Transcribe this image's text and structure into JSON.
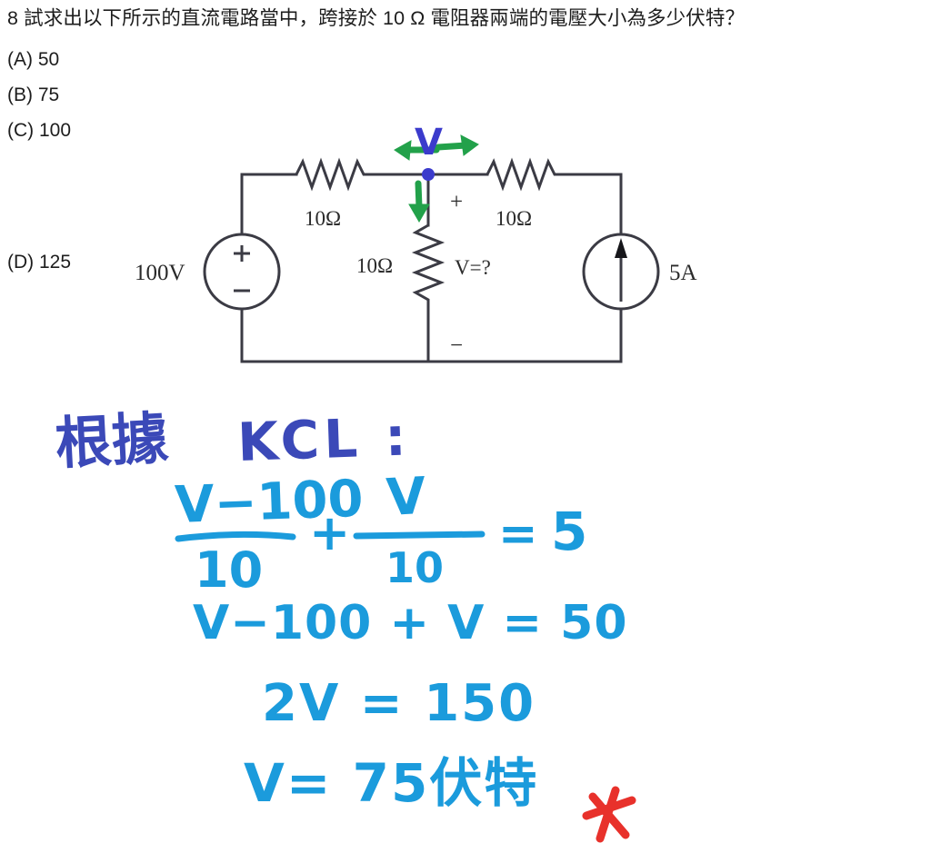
{
  "question": {
    "number": "8",
    "stem": "8 試求出以下所示的直流電路當中，跨接於 10 Ω 電阻器兩端的電壓大小為多少伏特？",
    "options": [
      {
        "key": "(A)",
        "label": "(A) 50",
        "value": "50"
      },
      {
        "key": "(B)",
        "label": "(B) 75",
        "value": "75"
      },
      {
        "key": "(C)",
        "label": "(C) 100",
        "value": "100"
      },
      {
        "key": "(D)",
        "label": "(D) 125",
        "value": "125"
      }
    ]
  },
  "circuit": {
    "voltage_source_label": "100V",
    "current_source_label": "5A",
    "resistor_left_label": "10Ω",
    "resistor_right_label": "10Ω",
    "resistor_middle_label": "10Ω",
    "unknown_label": "V=?",
    "plus_sign": "+",
    "minus_sign": "−",
    "source_plus": "+",
    "source_minus": "−",
    "node_annotation": "V",
    "colors": {
      "wire": "#3b3b44",
      "text": "#2a2a2a",
      "annotation_blue": "#3b3bcc",
      "annotation_green": "#22a14a"
    }
  },
  "handwriting": {
    "heading": "根據 KCL :",
    "line1": {
      "frac1_numerator": "V−100",
      "frac1_denominator": "10",
      "operator": "+",
      "frac2_numerator": "V",
      "frac2_denominator": "10",
      "equals": "=",
      "result": "5"
    },
    "line2": "V−100 + V = 50",
    "line3": "2V = 150",
    "line4": "V= 75伏特",
    "mark": "✳",
    "colors": {
      "heading_blue": "#3b49b8",
      "equation_cyan": "#1b9bdc",
      "mark_red": "#e8312b"
    }
  }
}
